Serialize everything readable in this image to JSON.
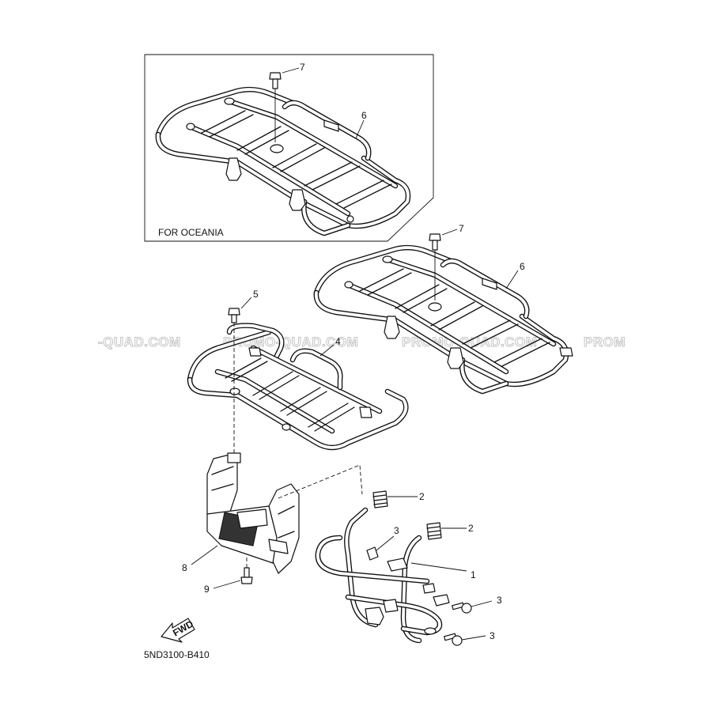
{
  "diagram": {
    "inset_caption": "FOR OCEANIA",
    "drawing_code": "5ND3100-B410",
    "fwd_label": "FWD",
    "watermarks": [
      "-QUAD.COM",
      "PROMO-QUAD.COM",
      "PROMO-QUAD.COM",
      "PROM"
    ],
    "callouts": {
      "c1": "1",
      "c2a": "2",
      "c2b": "2",
      "c3a": "3",
      "c3b": "3",
      "c3c": "3",
      "c4": "4",
      "c5": "5",
      "c6a": "6",
      "c6b": "6",
      "c7a": "7",
      "c7b": "7",
      "c8": "8",
      "c9": "9"
    }
  }
}
